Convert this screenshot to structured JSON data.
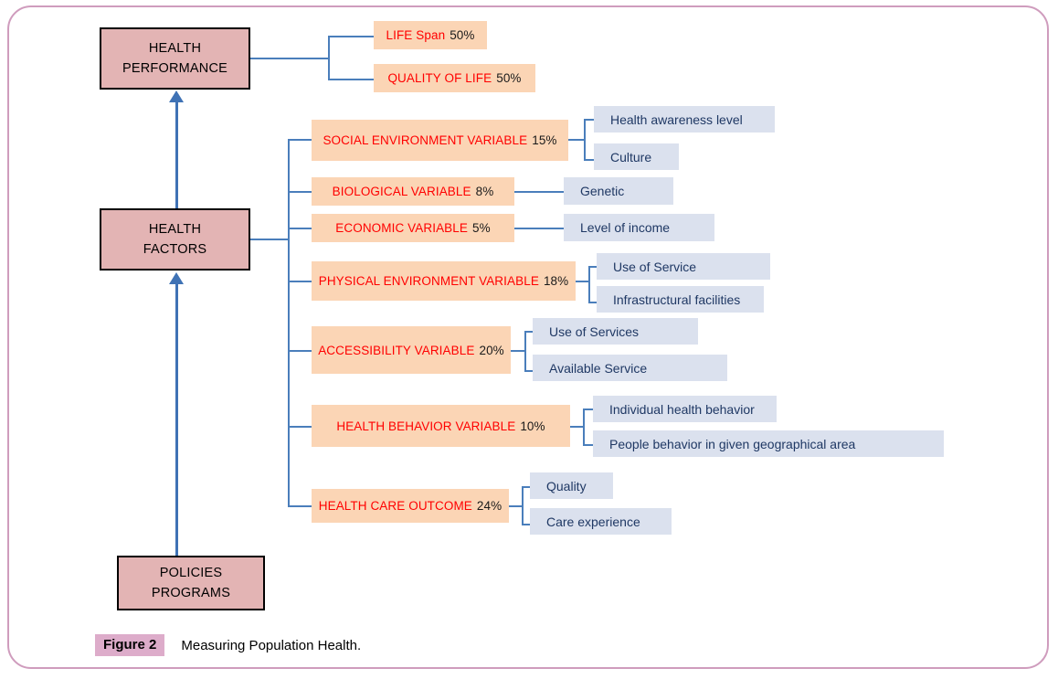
{
  "figure": {
    "badge": "Figure 2",
    "caption": "Measuring Population Health."
  },
  "colors": {
    "frame_border": "#cf9cbd",
    "main_box_fill": "#e3b4b4",
    "factor_box_fill": "#fbd5b5",
    "leaf_box_fill": "#dbe1ee",
    "connector": "#4a7ebb",
    "arrow": "#3f72b5",
    "factor_label_text": "#ff0000",
    "leaf_text": "#1f3864",
    "badge_fill": "#ddacca"
  },
  "main_nodes": {
    "health_performance": {
      "line1": "HEALTH",
      "line2": "PERFORMANCE"
    },
    "health_factors": {
      "line1": "HEALTH",
      "line2": "FACTORS"
    },
    "policies_programs": {
      "line1": "POLICIES",
      "line2": "PROGRAMS"
    }
  },
  "performance_children": [
    {
      "name": "LIFE Span",
      "pct": "50%"
    },
    {
      "name": "QUALITY OF LIFE",
      "pct": "50%"
    }
  ],
  "factors": [
    {
      "name": "SOCIAL ENVIRONMENT VARIABLE",
      "pct": "15%",
      "children": [
        "Health awareness level",
        "Culture"
      ]
    },
    {
      "name": "BIOLOGICAL VARIABLE",
      "pct": "8%",
      "children": [
        "Genetic"
      ]
    },
    {
      "name": "ECONOMIC VARIABLE",
      "pct": "5%",
      "children": [
        "Level of income"
      ]
    },
    {
      "name": "PHYSICAL ENVIRONMENT VARIABLE",
      "pct": "18%",
      "children": [
        "Use of Service",
        "Infrastructural facilities"
      ]
    },
    {
      "name": "ACCESSIBILITY VARIABLE",
      "pct": "20%",
      "children": [
        "Use of Services",
        "Available Service"
      ]
    },
    {
      "name": "HEALTH BEHAVIOR VARIABLE",
      "pct": "10%",
      "children": [
        "Individual health behavior",
        "People behavior in given geographical area"
      ]
    },
    {
      "name": "HEALTH CARE OUTCOME",
      "pct": "24%",
      "children": [
        "Quality",
        "Care experience"
      ]
    }
  ]
}
